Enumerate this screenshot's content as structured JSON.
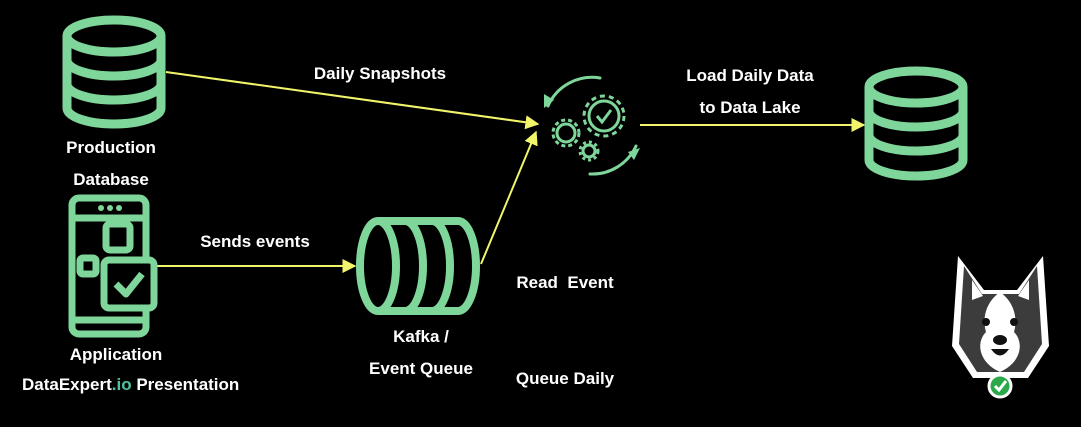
{
  "nodes": {
    "production_db": {
      "label_lines": [
        "Production",
        "Database"
      ]
    },
    "application": {
      "label": "Application"
    },
    "kafka": {
      "label_lines": [
        "Kafka /",
        "Event Queue"
      ]
    },
    "processor": {
      "icon": "gears-cycle-icon"
    },
    "data_lake": {
      "icon": "database-icon"
    }
  },
  "edges": {
    "daily_snapshots": {
      "label": "Daily Snapshots"
    },
    "sends_events": {
      "label": "Sends events"
    },
    "read_event_queue": {
      "label_lines": [
        "Read  Event",
        "Queue Daily"
      ]
    },
    "load_daily_data": {
      "label_lines": [
        "Load Daily Data",
        "to Data Lake"
      ]
    }
  },
  "branding": {
    "prefix": "DataExpert",
    "accent": ".io",
    "suffix": " Presentation",
    "mascot": "husky-mascot-icon"
  },
  "colors": {
    "node_green": "#7ed69a",
    "arrow_yellow": "#f2f56a",
    "brand_accent": "#4fc3a1",
    "background": "#000000"
  }
}
